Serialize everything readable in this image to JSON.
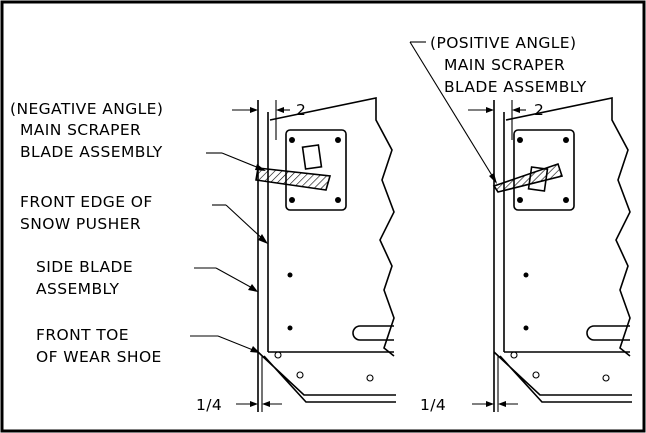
{
  "left_view": {
    "callout_angle": "(NEGATIVE ANGLE)",
    "callout_line2": "MAIN SCRAPER",
    "callout_line3": "BLADE ASSEMBLY",
    "front_edge_line1": "FRONT EDGE OF",
    "front_edge_line2": "SNOW PUSHER",
    "side_blade_line1": "SIDE BLADE",
    "side_blade_line2": "ASSEMBLY",
    "toe_line1": "FRONT TOE",
    "toe_line2": "OF WEAR SHOE",
    "dim_top": "2",
    "dim_bottom": "1/4"
  },
  "right_view": {
    "callout_angle": "(POSITIVE ANGLE)",
    "callout_line2": "MAIN SCRAPER",
    "callout_line3": "BLADE ASSEMBLY",
    "dim_top": "2",
    "dim_bottom": "1/4"
  }
}
